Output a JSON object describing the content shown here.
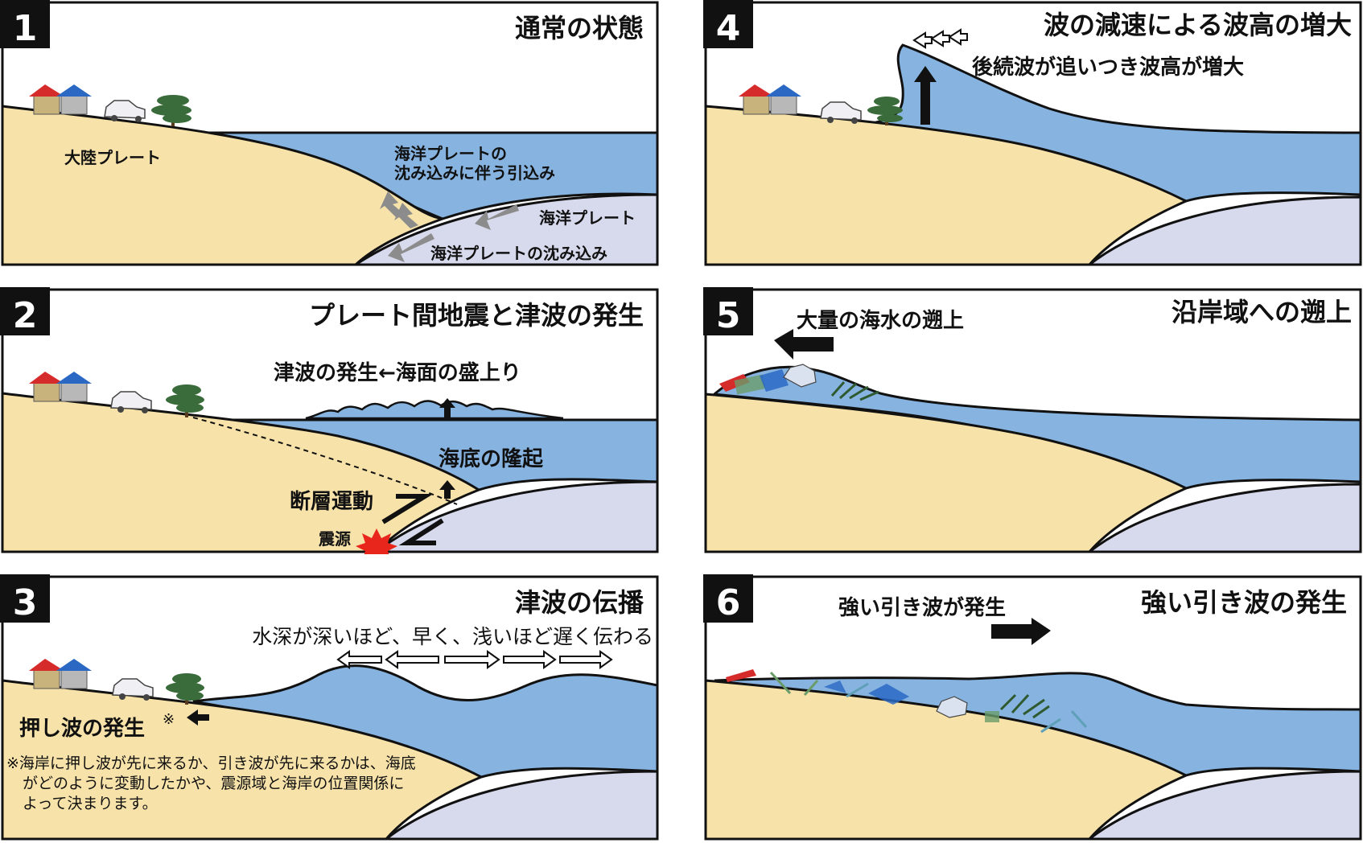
{
  "panels": [
    {
      "number": "1",
      "title": "通常の状態",
      "labels": {
        "continental": "大陸プレート",
        "pullin_line1": "海洋プレートの",
        "pullin_line2": "沈み込みに伴う引込み",
        "oceanic": "海洋プレート",
        "subduction": "海洋プレートの沈み込み"
      }
    },
    {
      "number": "2",
      "title": "プレート間地震と津波の発生",
      "labels": {
        "tsunami_gen": "津波の発生←海面の盛上り",
        "seafloor_uplift": "海底の隆起",
        "fault_motion": "断層運動",
        "hypocenter": "震源"
      }
    },
    {
      "number": "3",
      "title": "津波の伝播",
      "labels": {
        "depth_note": "水深が深いほど、早く、浅いほど遅く伝わる",
        "push_wave": "押し波の発生",
        "push_wave_mark": "※",
        "note_line1": "※海岸に押し波が先に来るか、引き波が先に来るかは、海底",
        "note_line2": "がどのように変動したかや、震源域と海岸の位置関係に",
        "note_line3": "よって決まります。"
      }
    },
    {
      "number": "4",
      "title": "波の減速による波高の増大",
      "labels": {
        "catch_up": "後続波が追いつき波高が増大"
      }
    },
    {
      "number": "5",
      "title": "沿岸域への遡上",
      "labels": {
        "runup": "大量の海水の遡上"
      }
    },
    {
      "number": "6",
      "title": "強い引き波の発生",
      "labels": {
        "backwash": "強い引き波が発生"
      }
    }
  ],
  "colors": {
    "sea": "#86b3e0",
    "land": "#f7e2a9",
    "oceanic_plate": "#d7d9ec",
    "outline": "#111111",
    "arrow_grey": "#8c8c8c",
    "roof_red": "#d62b2b",
    "roof_blue": "#2a68c4",
    "hypocenter": "#e8261c",
    "tree": "#3a6b3a"
  },
  "icons": [
    "house-icon",
    "car-icon",
    "pine-tree-icon",
    "hypocenter-burst-icon",
    "arrow-icon"
  ]
}
